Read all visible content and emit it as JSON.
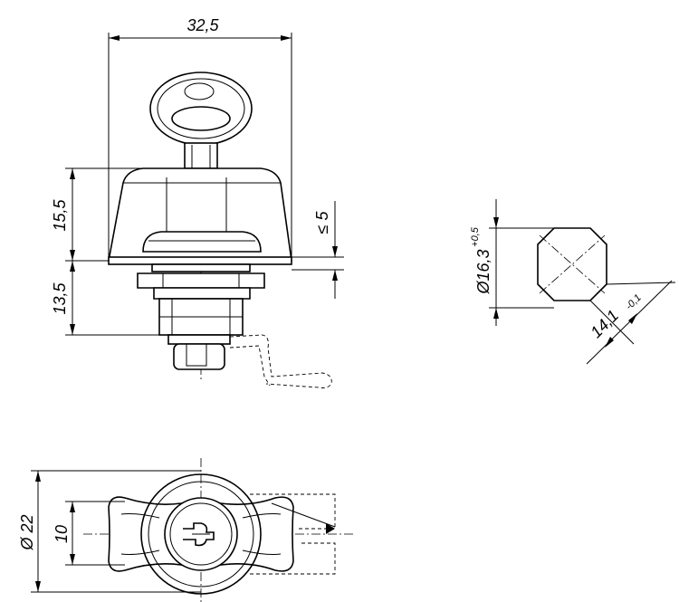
{
  "dimensions": {
    "width_top": "32,5",
    "height_upper": "15,5",
    "height_lower": "13,5",
    "max_depth": "≤ 5",
    "square_diameter": "Ø16,3",
    "square_diameter_tol": "+0,5",
    "square_across": "14,1",
    "square_across_tol": "-0,1",
    "front_diameter": "Ø 22",
    "front_height": "10"
  }
}
